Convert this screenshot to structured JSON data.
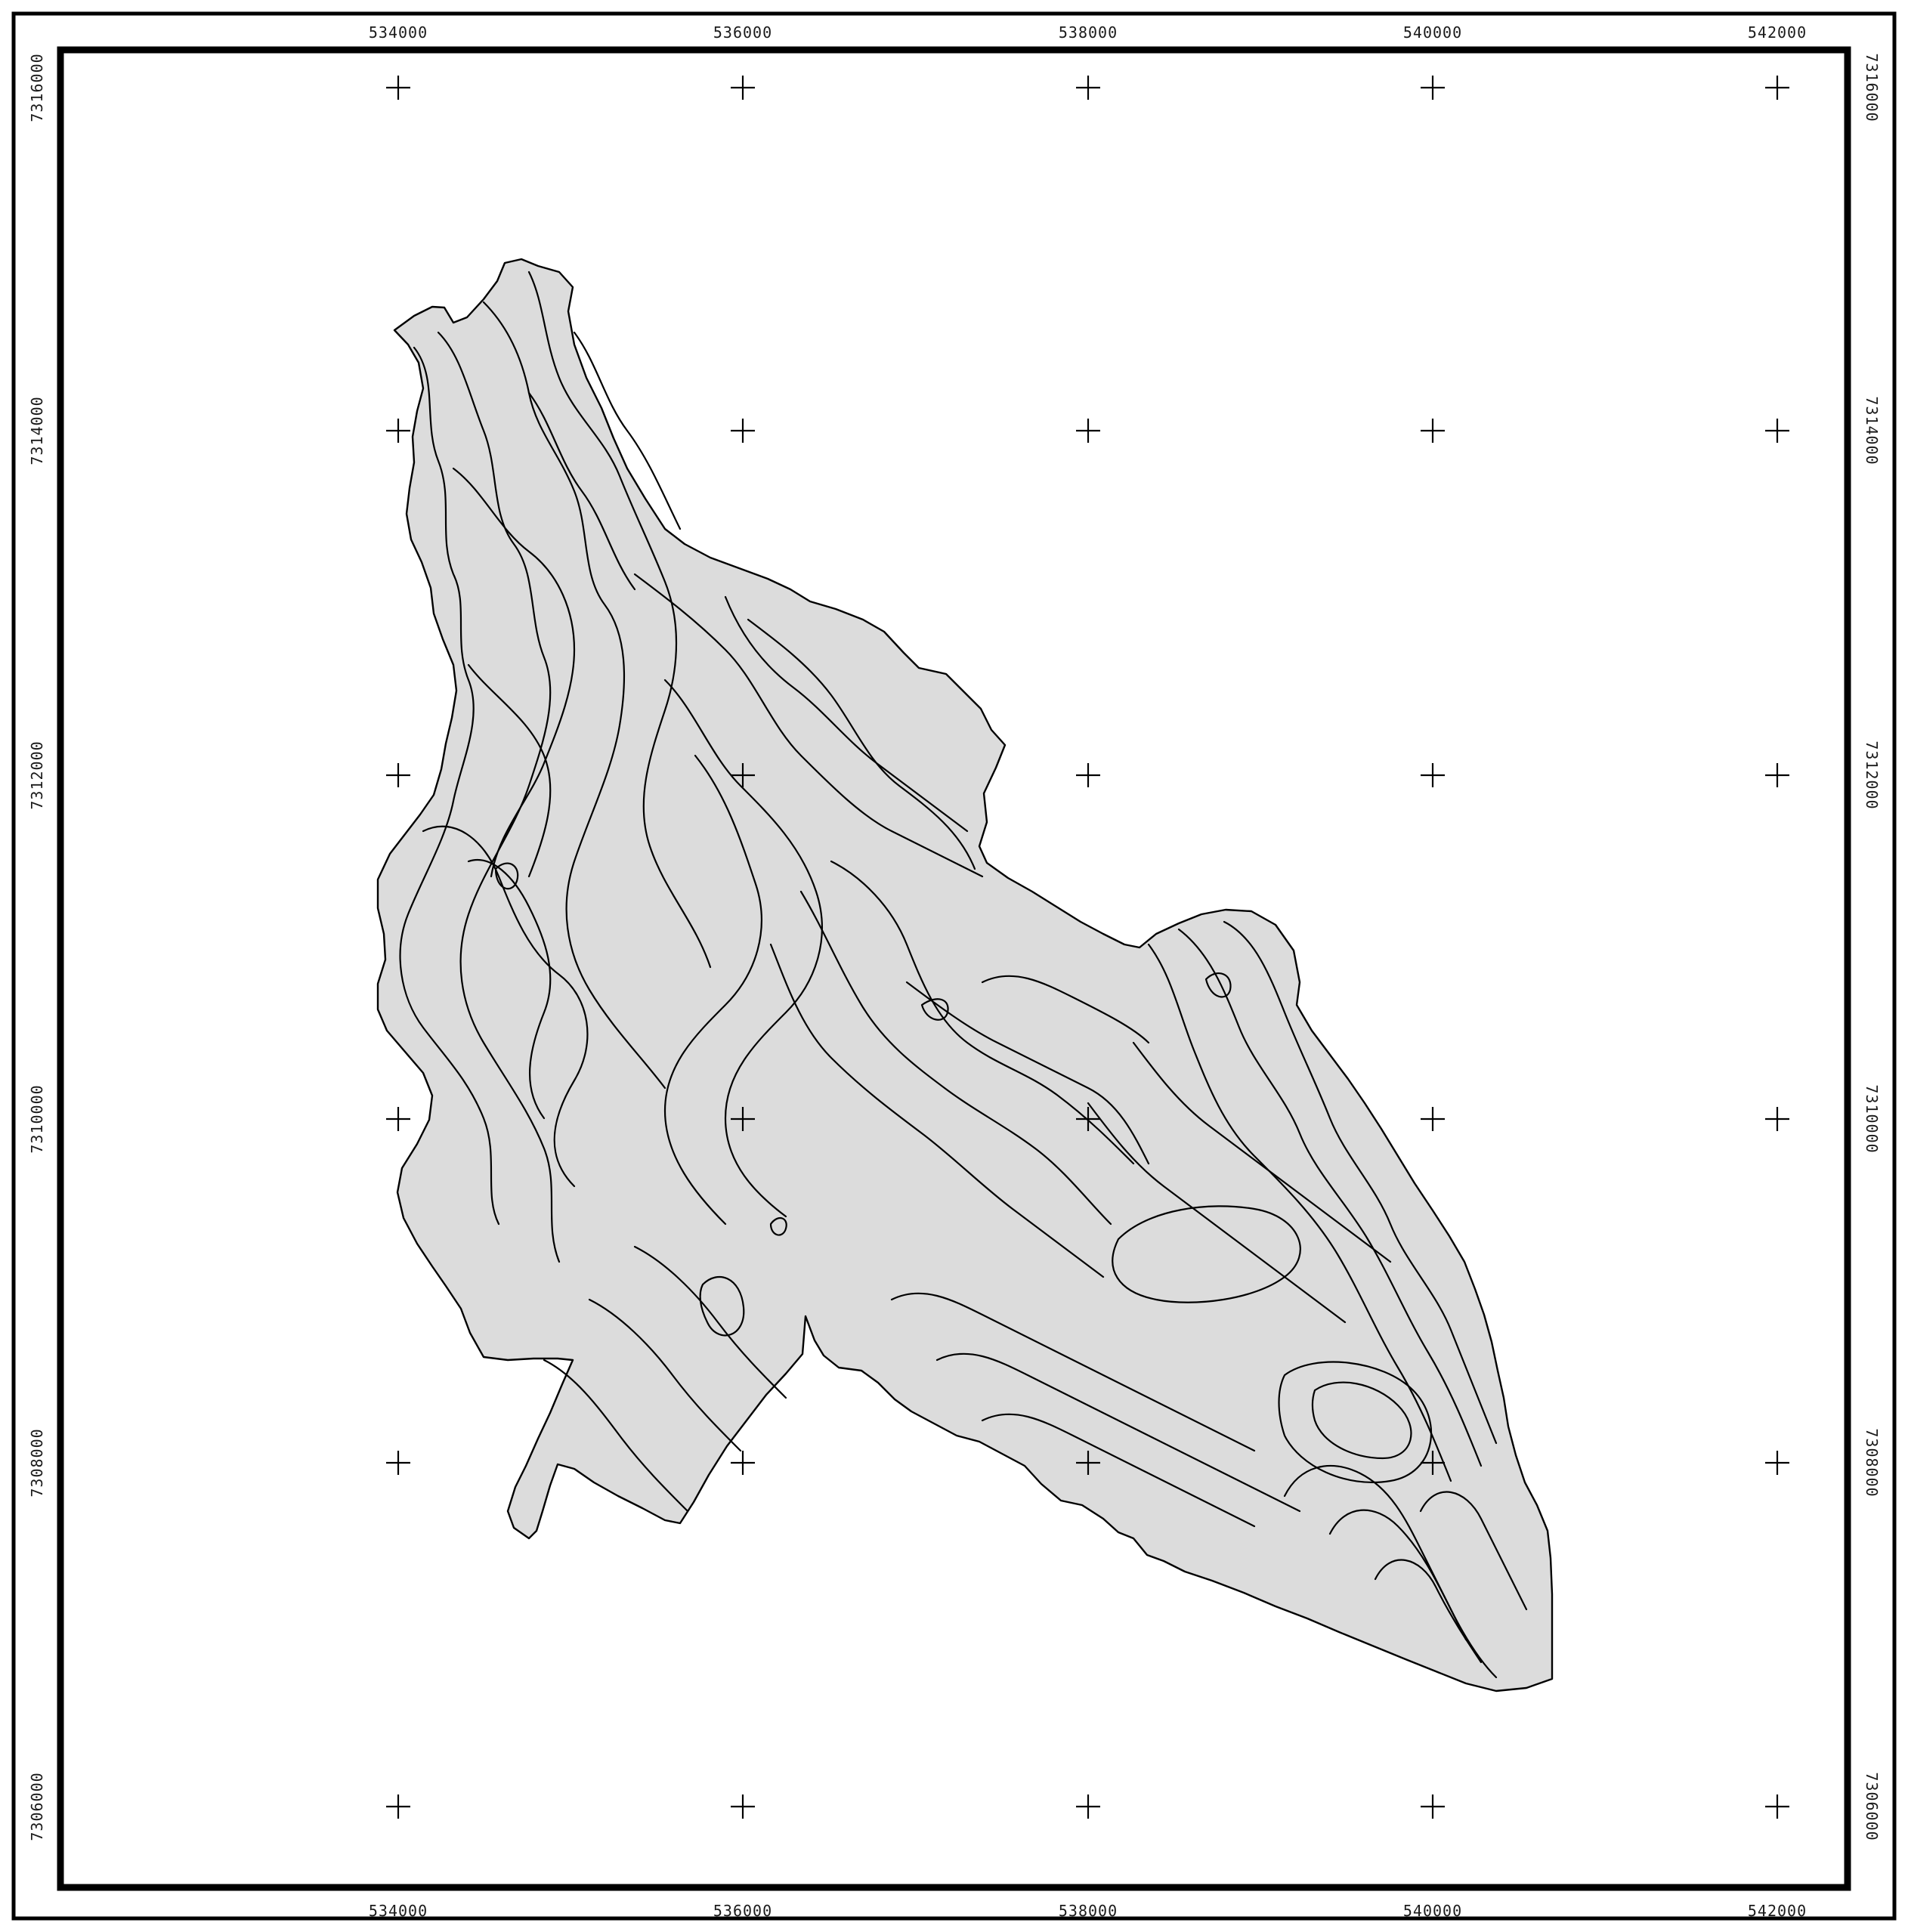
{
  "map": {
    "colors": {
      "background": "#ffffff",
      "frame": "#000000",
      "region_fill": "#dcdcdc",
      "contour": "#000000"
    },
    "easting_ticks": [
      "534000",
      "536000",
      "538000",
      "540000",
      "542000"
    ],
    "northing_ticks": [
      "7316000",
      "7314000",
      "7312000",
      "7310000",
      "7308000",
      "7306000"
    ],
    "northing_ticks_right": [
      "7316000",
      "7314000",
      "7312000",
      "7310000",
      "7308000",
      "7306000"
    ],
    "grid_marker_symbol": "plus-cross"
  }
}
